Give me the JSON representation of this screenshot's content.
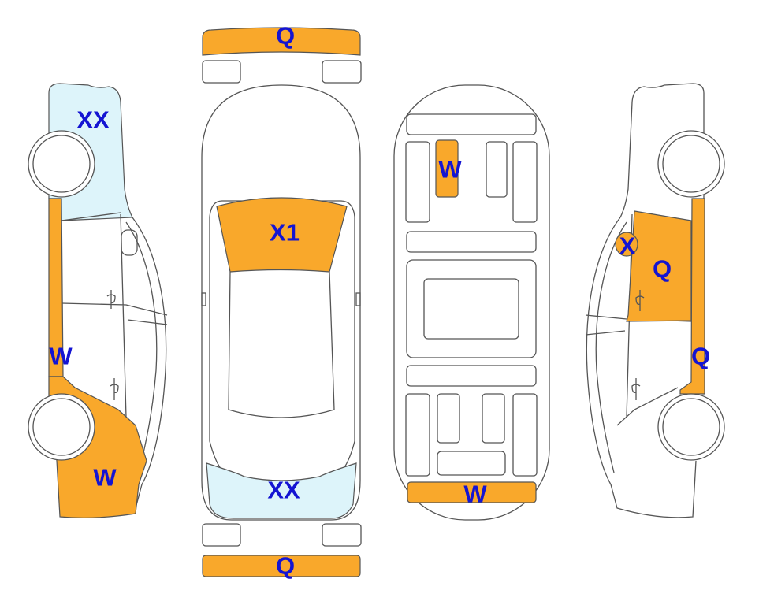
{
  "colors": {
    "damage_orange": "#F9A82B",
    "glass_blue": "#DDF4FA",
    "label_blue": "#1414D2",
    "outline": "#555555"
  },
  "labels": {
    "front_bumper": "Q",
    "left_side_rear_glass": "XX",
    "windshield": "X1",
    "interior_seat": "W",
    "right_side_mirror": "X",
    "right_front_door": "Q",
    "left_sill": "W",
    "right_sill": "Q",
    "left_front_fender": "W",
    "rear_glass": "XX",
    "interior_floor": "W",
    "rear_bumper": "Q"
  }
}
